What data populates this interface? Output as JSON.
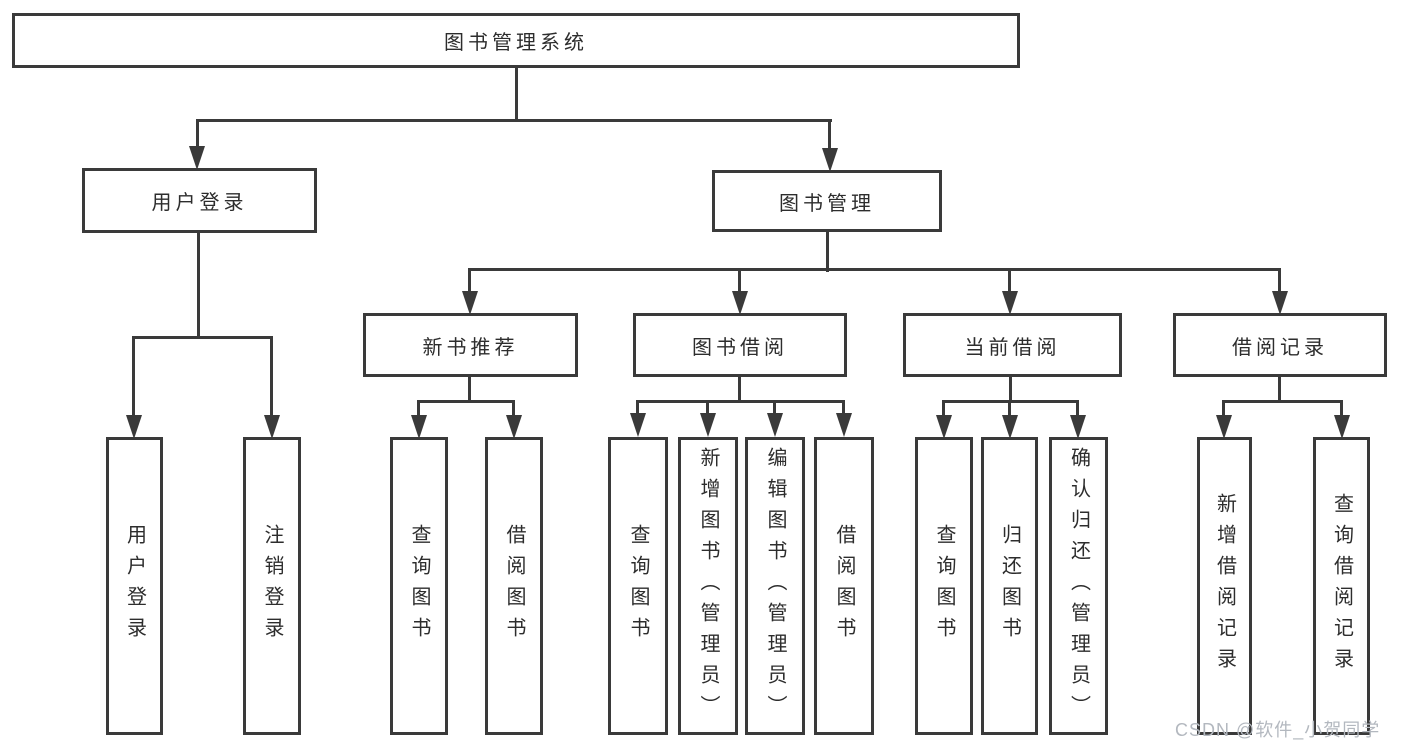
{
  "title": "图书管理系统",
  "watermark": "CSDN @软件_小贺同学",
  "colors": {
    "line": "#3a3a3a",
    "border": "#3a3a3a",
    "text": "#2d2d2d",
    "background": "#ffffff",
    "watermark": "#b3b8bf"
  },
  "nodes": {
    "root": "图书管理系统",
    "user_login": "用户登录",
    "book_mgmt": "图书管理",
    "new_books": "新书推荐",
    "book_borrow": "图书借阅",
    "current_borrow": "当前借阅",
    "borrow_records": "借阅记录",
    "user_login_leaf": "用户登录",
    "logout": "注销登录",
    "nb_query": "查询图书",
    "nb_borrow": "借阅图书",
    "bb_query": "查询图书",
    "bb_add": "新增图书（管理员）",
    "bb_edit": "编辑图书（管理员）",
    "bb_borrow": "借阅图书",
    "cb_query": "查询图书",
    "cb_return": "归还图书",
    "cb_confirm": "确认归还（管理员）",
    "br_add": "新增借阅记录",
    "br_query": "查询借阅记录"
  },
  "hierarchy": {
    "root": [
      "user_login",
      "book_mgmt"
    ],
    "user_login": [
      "user_login_leaf",
      "logout"
    ],
    "book_mgmt": [
      "new_books",
      "book_borrow",
      "current_borrow",
      "borrow_records"
    ],
    "new_books": [
      "nb_query",
      "nb_borrow"
    ],
    "book_borrow": [
      "bb_query",
      "bb_add",
      "bb_edit",
      "bb_borrow"
    ],
    "current_borrow": [
      "cb_query",
      "cb_return",
      "cb_confirm"
    ],
    "borrow_records": [
      "br_add",
      "br_query"
    ]
  }
}
